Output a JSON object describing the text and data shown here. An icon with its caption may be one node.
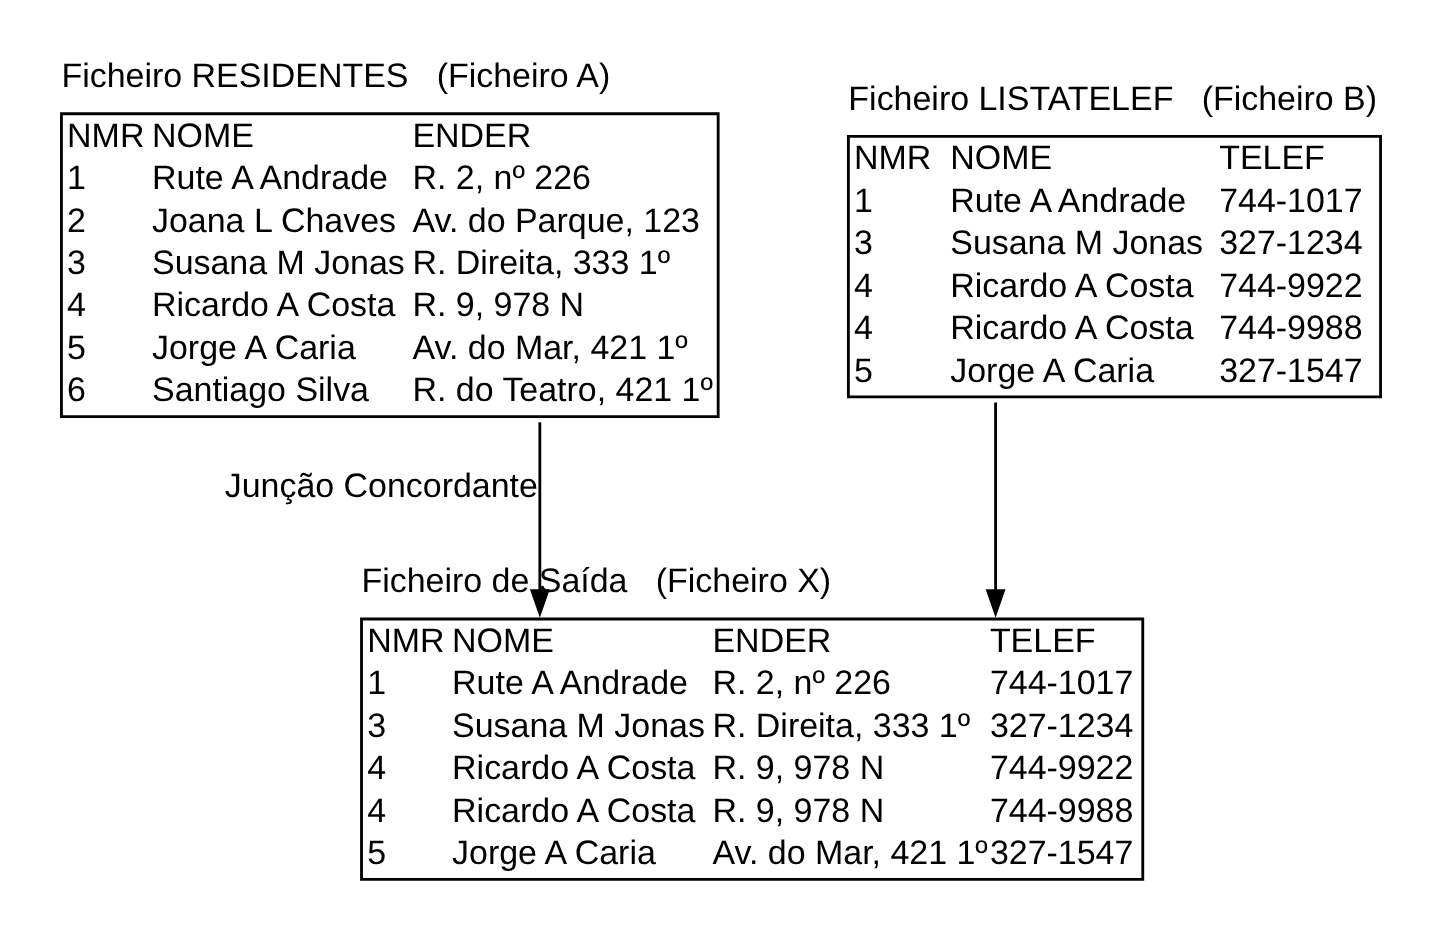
{
  "diagram": {
    "nodes": [
      {
        "text": [
          "Ficheiro RESIDENTES",
          "(Ficheiro A)",
          "NMR",
          "NOME",
          "ENDER",
          "1",
          "Rute A Andrade",
          "R. 2, nº 226",
          "2",
          "Joana L Chaves",
          "Av. do Parque, 123",
          "3",
          "Susana M Jonas",
          "R. Direita, 333 1º",
          "4",
          "Ricardo A Costa",
          "R. 9, 978 N",
          "5",
          "Jorge A Caria",
          "Av. do Mar, 421 1º",
          "6",
          "Santiago Silva",
          "R. do Teatro, 421 1º"
        ]
      },
      {
        "text": [
          "Ficheiro LISTATELEF",
          "(Ficheiro B)",
          "NMR",
          "NOME",
          "TELEF",
          "1",
          "Rute A Andrade",
          "744-1017",
          "3",
          "Susana M Jonas",
          "327-1234",
          "4",
          "Ricardo A Costa",
          "744-9922",
          "4",
          "Ricardo A Costa",
          "744-9988",
          "5",
          "Jorge A Caria",
          "327-1547"
        ]
      },
      {
        "text": [
          "Ficheiro de Saída",
          "(Ficheiro X)",
          "NMR",
          "NOME",
          "ENDER",
          "TELEF",
          "1",
          "Rute A Andrade",
          "R. 2, nº 226",
          "744-1017",
          "3",
          "Susana M Jonas",
          "R. Direita, 333 1º",
          "327-1234",
          "4",
          "Ricardo A Costa",
          "R. 9, 978 N",
          "744-9922",
          "4",
          "Ricardo A Costa",
          "R. 9, 978 N",
          "744-9988",
          "5",
          "Jorge A Caria",
          "Av. do Mar, 421 1º",
          "327-1547"
        ]
      }
    ],
    "edges": [
      {
        "from": 0,
        "to": 2,
        "arrow": "to",
        "label": "Junção Concordante"
      },
      {
        "from": 1,
        "to": 2,
        "arrow": "to"
      }
    ]
  }
}
